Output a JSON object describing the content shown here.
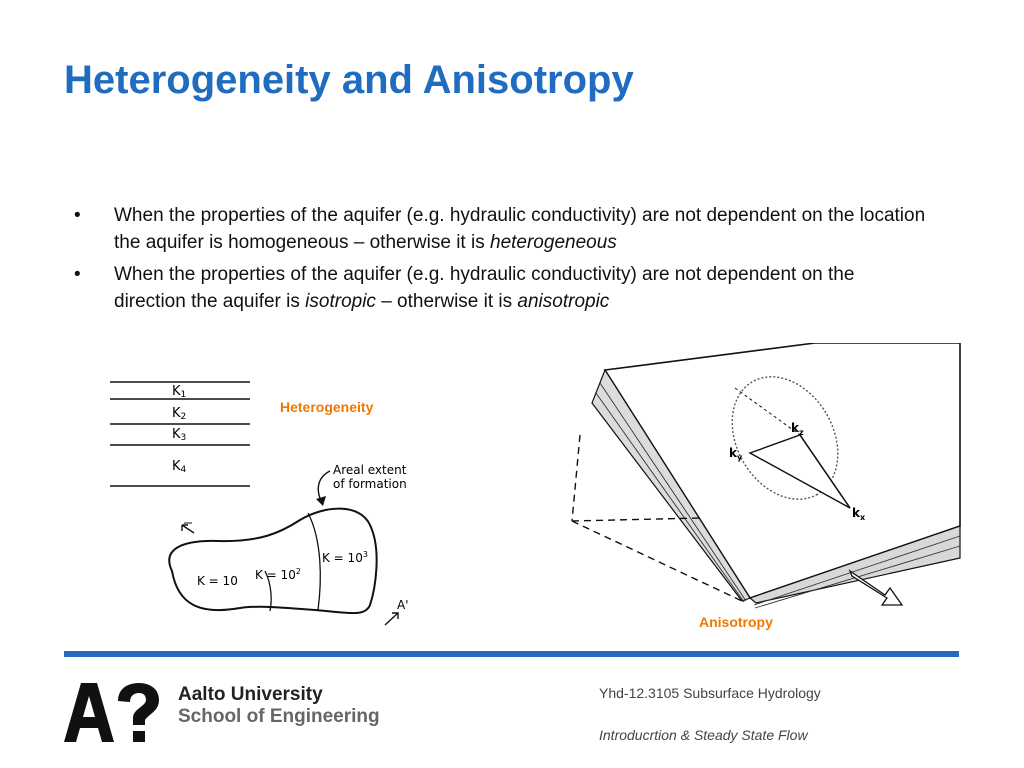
{
  "slide": {
    "title": "Heterogeneity and Anisotropy",
    "bullets": [
      {
        "marker": "•",
        "t1": "When the properties of the aquifer (e.g. hydraulic conductivity) are not dependent on the location the aquifer is homogeneous – otherwise it is ",
        "em1": "heterogeneous"
      },
      {
        "marker": "•",
        "t1": "When the properties of the aquifer (e.g. hydraulic conductivity) are not dependent on the direction the aquifer is ",
        "em1": "isotropic",
        "t2": " – otherwise it is ",
        "em2": "anisotropic"
      }
    ],
    "heterogeneity_figure": {
      "caption": "Heterogeneity",
      "layers": [
        {
          "k": "K",
          "sub": "1"
        },
        {
          "k": "K",
          "sub": "2"
        },
        {
          "k": "K",
          "sub": "3"
        },
        {
          "k": "K",
          "sub": "4"
        }
      ],
      "areal_label": [
        "Areal extent",
        "of formation"
      ],
      "zones": [
        {
          "base": "K = 10",
          "exp": ""
        },
        {
          "base": "K = 10",
          "exp": "2"
        },
        {
          "base": "K = 10",
          "exp": "3"
        }
      ],
      "section_end": "A'"
    },
    "anisotropy_figure": {
      "caption": "Anisotropy",
      "axes": [
        {
          "k": "k",
          "sub": "z"
        },
        {
          "k": "k",
          "sub": "y"
        },
        {
          "k": "k",
          "sub": "x"
        }
      ]
    }
  },
  "footer": {
    "university": "Aalto University",
    "school": "School of Engineering",
    "course": "Yhd-12.3105 Subsurface Hydrology",
    "topic": "Introducrtion & Steady State Flow"
  },
  "colors": {
    "title": "#1f6cc0",
    "caption": "#f07800",
    "rule": "#1f6cc0"
  }
}
